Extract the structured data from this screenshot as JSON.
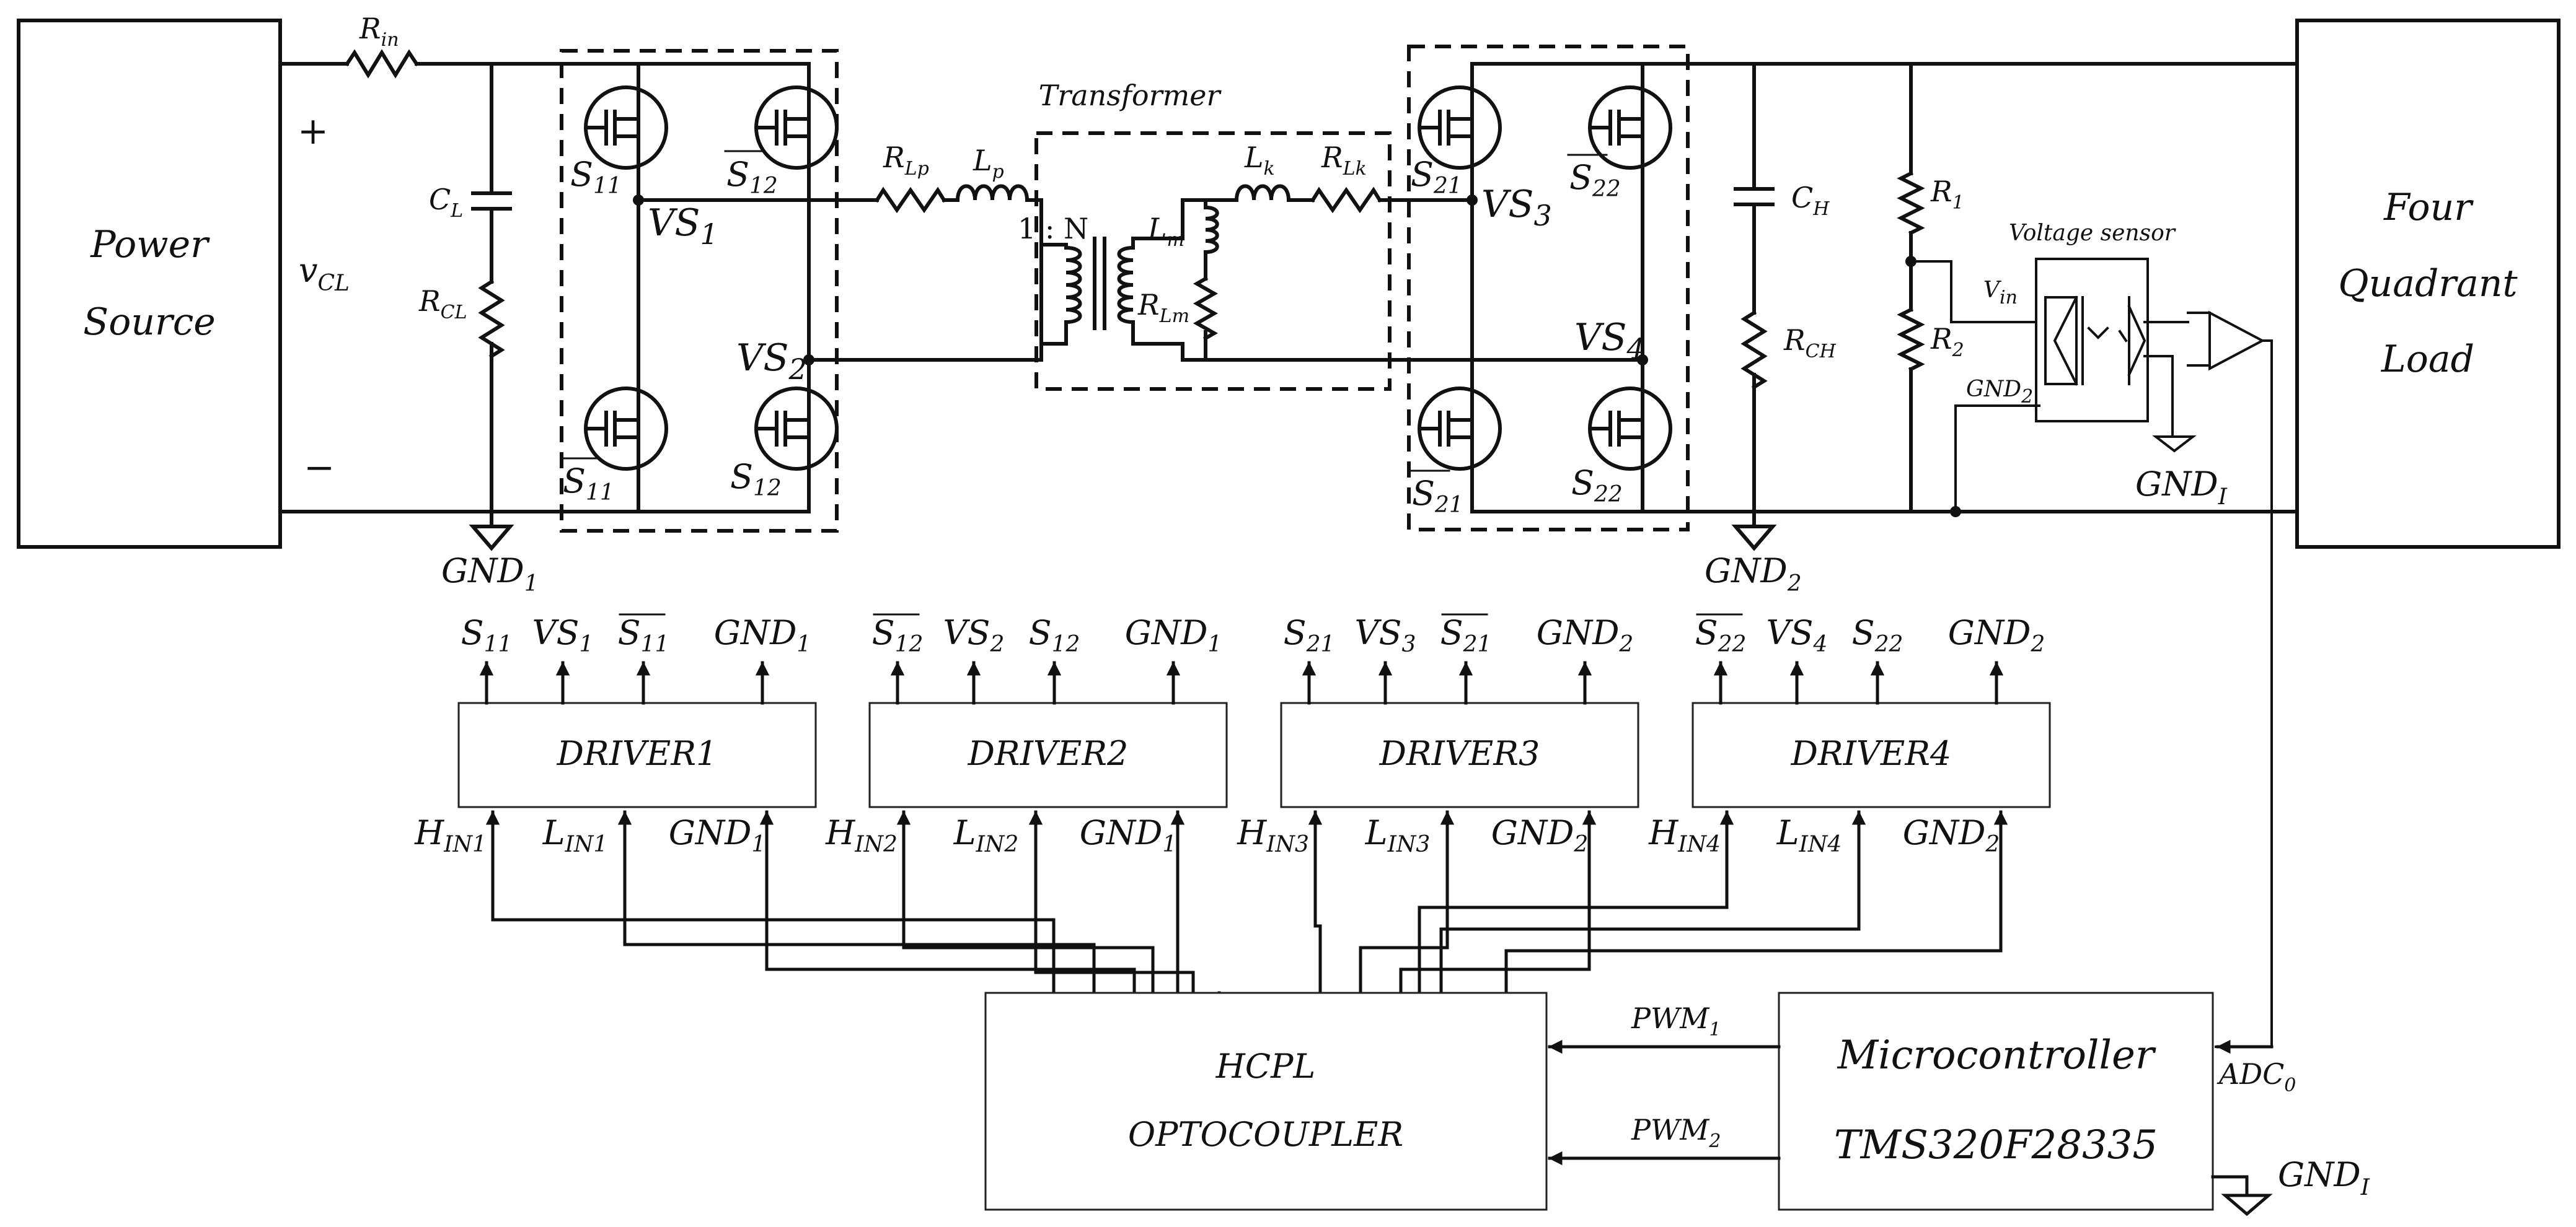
{
  "blocks": {
    "power_source": [
      "Power",
      "Source"
    ],
    "load": [
      "Four",
      "Quadrant",
      "Load"
    ],
    "transformer": "Transformer",
    "voltage_sensor": "Voltage sensor",
    "hcpl": [
      "HCPL",
      "OPTOCOUPLER"
    ],
    "mcu": [
      "Microcontroller",
      "TMS320F28335"
    ]
  },
  "labels": {
    "plus": "+",
    "minus": "−",
    "vcl": "v",
    "vcl_sub": "CL",
    "rin": "R",
    "rin_sub": "in",
    "cl": "C",
    "cl_sub": "L",
    "rcl": "R",
    "rcl_sub": "CL",
    "rlp": "R",
    "rlp_sub": "Lp",
    "lp": "L",
    "lp_sub": "p",
    "ratio": "1 : N",
    "lm": "L",
    "lm_sub": "m",
    "rlm": "R",
    "rlm_sub": "Lm",
    "lk": "L",
    "lk_sub": "k",
    "rlk": "R",
    "rlk_sub": "Lk",
    "ch": "C",
    "ch_sub": "H",
    "rch": "R",
    "rch_sub": "CH",
    "r1": "R",
    "r1_sub": "1",
    "r2": "R",
    "r2_sub": "2",
    "vin": "V",
    "vin_sub": "in",
    "gnd2_sensor": "GND",
    "gnd2_sensor_sub": "2",
    "gndi_sensor": "GND",
    "gndi_sensor_sub": "I",
    "gnd1_bottom": "GND",
    "gnd1_bottom_sub": "1",
    "gnd2_bottom": "GND",
    "gnd2_bottom_sub": "2",
    "gndi_mcu": "GND",
    "gndi_mcu_sub": "I",
    "adc": "ADC",
    "adc_sub": "0",
    "pwm1": "PWM",
    "pwm1_sub": "1",
    "pwm2": "PWM",
    "pwm2_sub": "2"
  },
  "switches": {
    "s11": {
      "main": "S",
      "sub": "11",
      "bar": false
    },
    "s12bar": {
      "main": "S",
      "sub": "12",
      "bar": true
    },
    "s11bar": {
      "main": "S",
      "sub": "11",
      "bar": true
    },
    "s12": {
      "main": "S",
      "sub": "12",
      "bar": false
    },
    "s21": {
      "main": "S",
      "sub": "21",
      "bar": false
    },
    "s22bar": {
      "main": "S",
      "sub": "22",
      "bar": true
    },
    "s21bar": {
      "main": "S",
      "sub": "21",
      "bar": true
    },
    "s22": {
      "main": "S",
      "sub": "22",
      "bar": false
    }
  },
  "nodes": {
    "vs1": {
      "main": "VS",
      "sub": "1"
    },
    "vs2": {
      "main": "VS",
      "sub": "2"
    },
    "vs3": {
      "main": "VS",
      "sub": "3"
    },
    "vs4": {
      "main": "VS",
      "sub": "4"
    }
  },
  "drivers": [
    {
      "name": "DRIVER1",
      "outputs": [
        [
          "S",
          "11",
          false
        ],
        [
          "VS",
          "1",
          false
        ],
        [
          "S",
          "11",
          true
        ],
        [
          "GND",
          "1",
          false
        ]
      ],
      "inputs": [
        [
          "H",
          "IN1"
        ],
        [
          "L",
          "IN1"
        ],
        [
          "GND",
          "1"
        ]
      ]
    },
    {
      "name": "DRIVER2",
      "outputs": [
        [
          "S",
          "12",
          true
        ],
        [
          "VS",
          "2",
          false
        ],
        [
          "S",
          "12",
          false
        ],
        [
          "GND",
          "1",
          false
        ]
      ],
      "inputs": [
        [
          "H",
          "IN2"
        ],
        [
          "L",
          "IN2"
        ],
        [
          "GND",
          "1"
        ]
      ]
    },
    {
      "name": "DRIVER3",
      "outputs": [
        [
          "S",
          "21",
          false
        ],
        [
          "VS",
          "3",
          false
        ],
        [
          "S",
          "21",
          true
        ],
        [
          "GND",
          "2",
          false
        ]
      ],
      "inputs": [
        [
          "H",
          "IN3"
        ],
        [
          "L",
          "IN3"
        ],
        [
          "GND",
          "2"
        ]
      ]
    },
    {
      "name": "DRIVER4",
      "outputs": [
        [
          "S",
          "22",
          true
        ],
        [
          "VS",
          "4",
          false
        ],
        [
          "S",
          "22",
          false
        ],
        [
          "GND",
          "2",
          false
        ]
      ],
      "inputs": [
        [
          "H",
          "IN4"
        ],
        [
          "L",
          "IN4"
        ],
        [
          "GND",
          "2"
        ]
      ]
    }
  ]
}
